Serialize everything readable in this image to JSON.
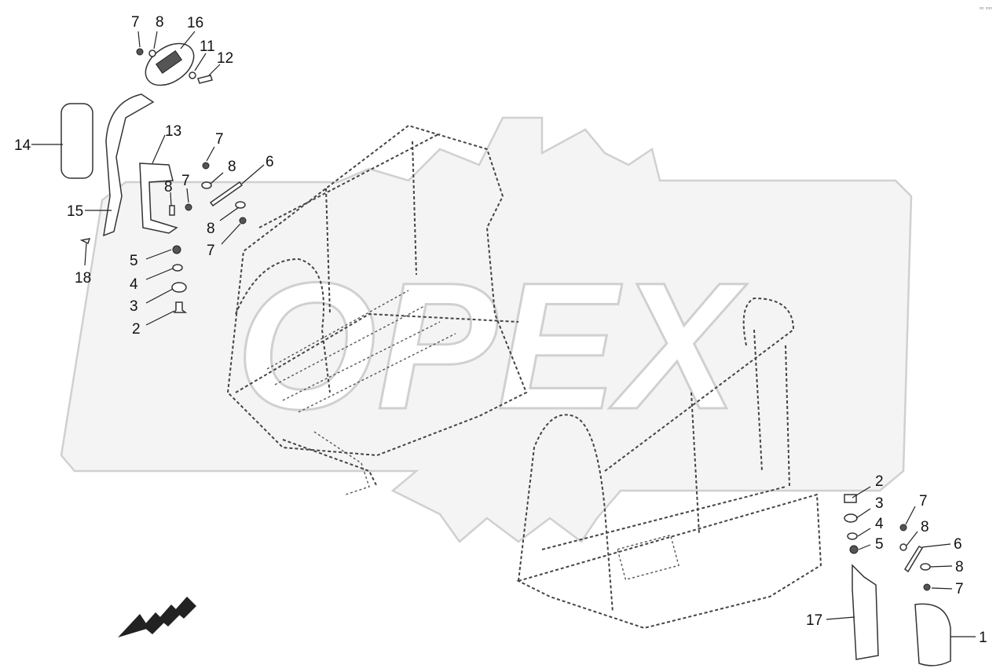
{
  "diagram": {
    "corner_mark": "▫▫ ▫▫▫",
    "watermark_text": "OPEX",
    "left_assembly_callouts": [
      "7",
      "8",
      "16",
      "11",
      "12",
      "14",
      "13",
      "7",
      "8",
      "6",
      "7",
      "8",
      "15",
      "8",
      "7",
      "5",
      "18",
      "4",
      "3",
      "2"
    ],
    "right_assembly_callouts": [
      "2",
      "3",
      "7",
      "4",
      "8",
      "5",
      "6",
      "8",
      "7",
      "17",
      "1"
    ]
  }
}
